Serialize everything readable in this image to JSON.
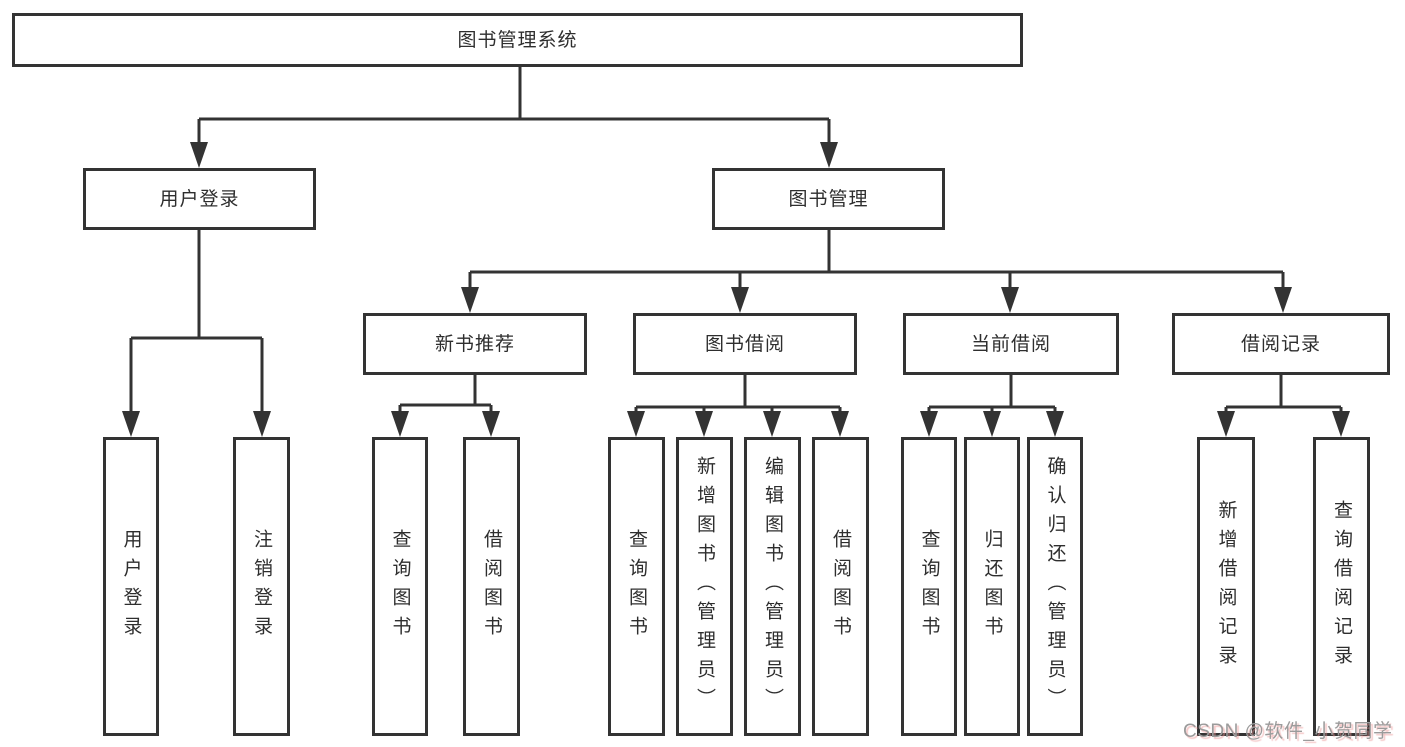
{
  "diagram_type": "hierarchy-tree",
  "colors": {
    "line": "#333333",
    "box_border": "#333333",
    "box_fill": "#ffffff",
    "text": "#2e2e2e",
    "background": "#ffffff",
    "watermark_text": "#9b9b9b"
  },
  "nodes": {
    "root": "图书管理系统",
    "user_login": "用户登录",
    "book_mgmt": "图书管理",
    "new_book_rec": "新书推荐",
    "book_borrow": "图书借阅",
    "current_borrow": "当前借阅",
    "borrow_record": "借阅记录",
    "ul_login": "用户登录",
    "ul_logout": "注销登录",
    "nbr_query": "查询图书",
    "nbr_borrow": "借阅图书",
    "bb_query": "查询图书",
    "bb_add": "新增图书（管理员）",
    "bb_edit": "编辑图书（管理员）",
    "bb_borrow": "借阅图书",
    "cb_query": "查询图书",
    "cb_return": "归还图书",
    "cb_confirm": "确认归还（管理员）",
    "br_add": "新增借阅记录",
    "br_query": "查询借阅记录"
  },
  "hierarchy": {
    "图书管理系统": {
      "用户登录": [
        "用户登录",
        "注销登录"
      ],
      "图书管理": {
        "新书推荐": [
          "查询图书",
          "借阅图书"
        ],
        "图书借阅": [
          "查询图书",
          "新增图书（管理员）",
          "编辑图书（管理员）",
          "借阅图书"
        ],
        "当前借阅": [
          "查询图书",
          "归还图书",
          "确认归还（管理员）"
        ],
        "借阅记录": [
          "新增借阅记录",
          "查询借阅记录"
        ]
      }
    }
  },
  "watermark": "CSDN @软件_小贺同学"
}
